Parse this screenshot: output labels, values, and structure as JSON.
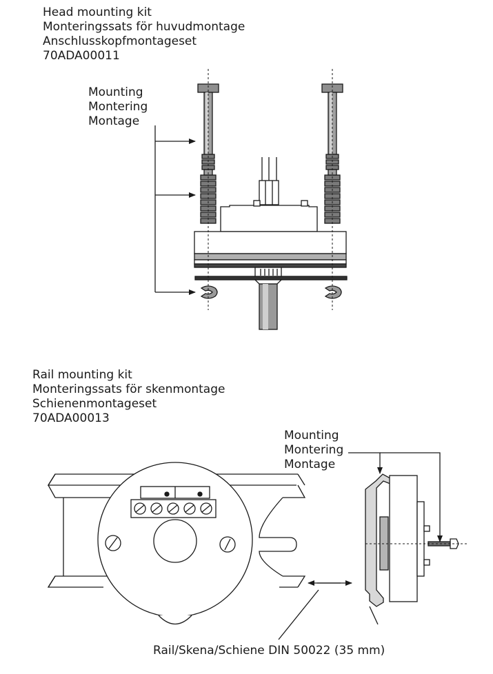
{
  "head_kit": {
    "lines": [
      "Head mounting kit",
      "Monteringssats för huvudmontage",
      "Anschlusskopfmontageset",
      "70ADA00011"
    ],
    "mounting_label": [
      "Mounting",
      "Montering",
      "Montage"
    ]
  },
  "rail_kit": {
    "lines": [
      "Rail mounting kit",
      "Monteringssats för skenmontage",
      "Schienenmontageset",
      "70ADA00013"
    ],
    "mounting_label": [
      "Mounting",
      "Montering",
      "Montage"
    ],
    "rail_label": "Rail/Skena/Schiene DIN 50022 (35 mm)"
  }
}
